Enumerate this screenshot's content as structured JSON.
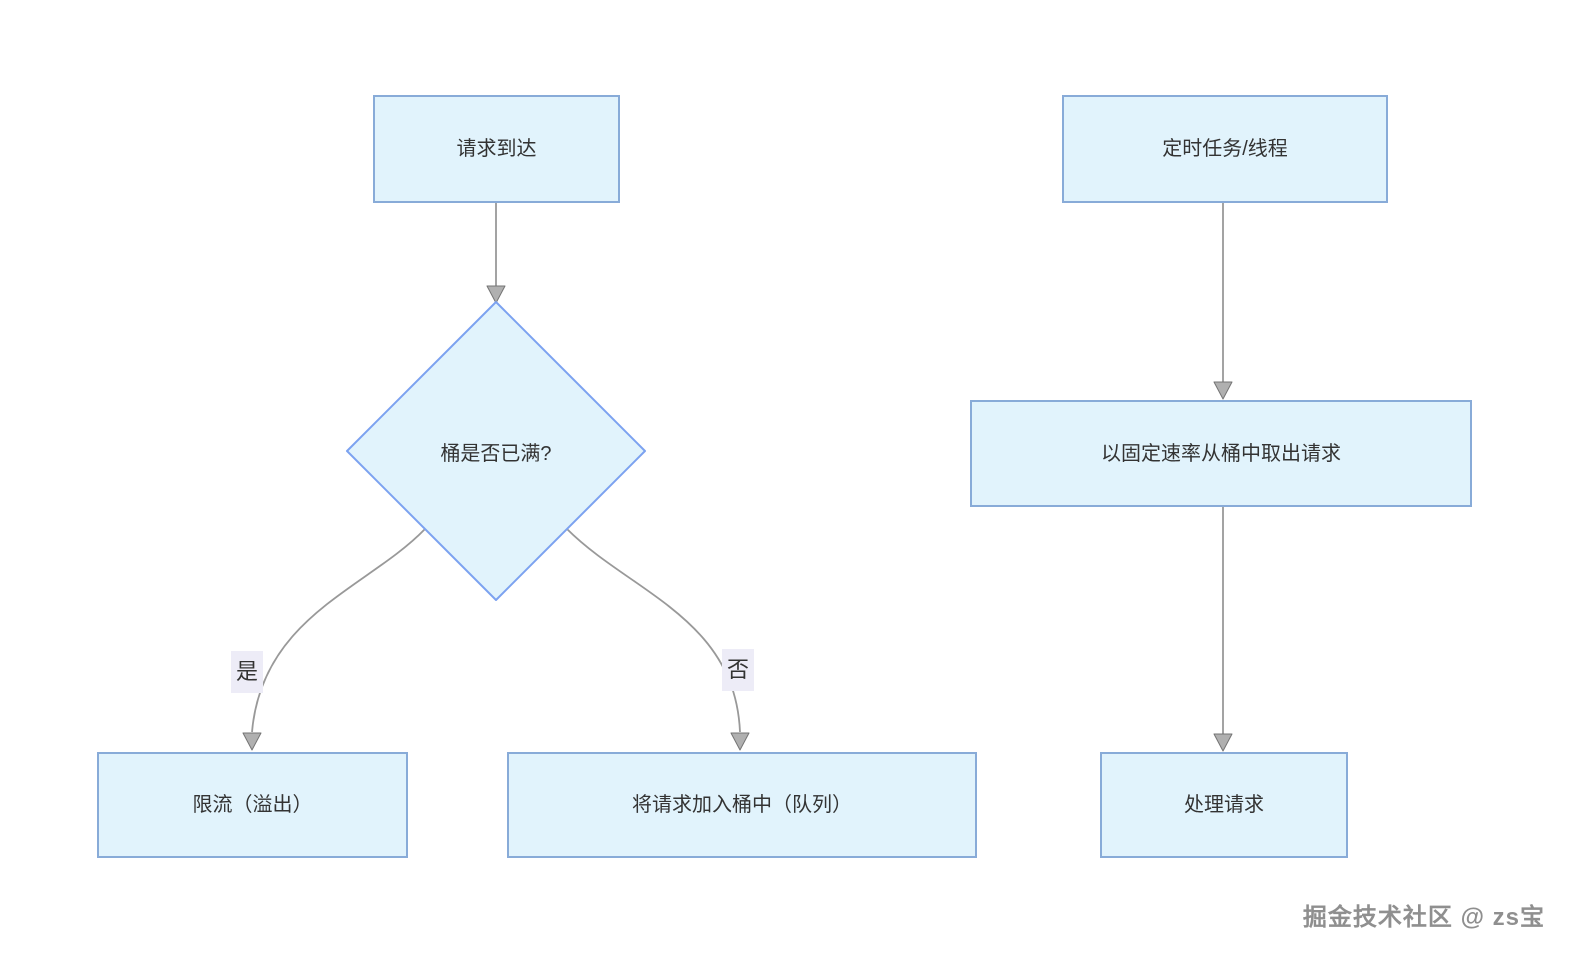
{
  "diagram": {
    "type": "flowchart",
    "nodes": [
      {
        "id": "request-arrival",
        "shape": "rect",
        "label": "请求到达"
      },
      {
        "id": "bucket-full-decision",
        "shape": "diamond",
        "label": "桶是否已满?"
      },
      {
        "id": "throttle-overflow",
        "shape": "rect",
        "label": "限流（溢出）"
      },
      {
        "id": "enqueue-bucket",
        "shape": "rect",
        "label": "将请求加入桶中（队列）"
      },
      {
        "id": "timer-thread",
        "shape": "rect",
        "label": "定时任务/线程"
      },
      {
        "id": "dequeue-fixed-rate",
        "shape": "rect",
        "label": "以固定速率从桶中取出请求"
      },
      {
        "id": "process-request",
        "shape": "rect",
        "label": "处理请求"
      }
    ],
    "edges": [
      {
        "from": "request-arrival",
        "to": "bucket-full-decision",
        "label": ""
      },
      {
        "from": "bucket-full-decision",
        "to": "throttle-overflow",
        "label": "是"
      },
      {
        "from": "bucket-full-decision",
        "to": "enqueue-bucket",
        "label": "否"
      },
      {
        "from": "timer-thread",
        "to": "dequeue-fixed-rate",
        "label": ""
      },
      {
        "from": "dequeue-fixed-rate",
        "to": "process-request",
        "label": ""
      }
    ],
    "colors": {
      "node_fill": "#e1f3fc",
      "node_border": "#88abd8",
      "diamond_border": "#7ca2f0",
      "edge_line": "#999999",
      "arrow_fill": "#b0b0b0",
      "arrow_stroke": "#757575",
      "label_bg": "#edecf7",
      "text": "#333333",
      "watermark": "#8f8f8f",
      "background": "#ffffff"
    },
    "watermark": "掘金技术社区 @ zs宝"
  }
}
